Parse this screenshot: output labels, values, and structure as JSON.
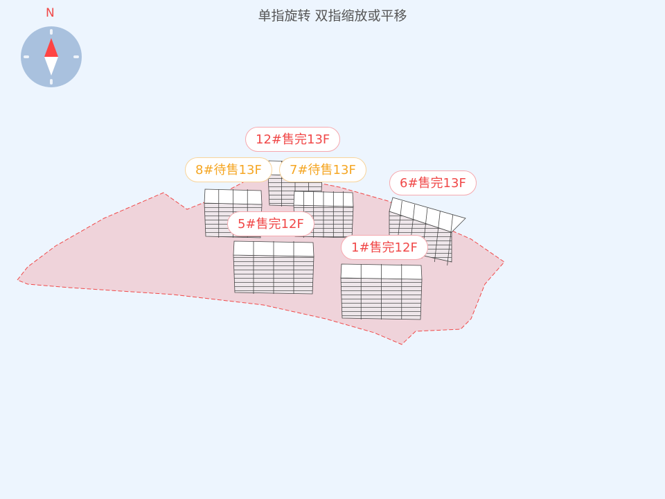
{
  "hint": "单指旋转 双指缩放或平移",
  "compass": {
    "north_label": "N"
  },
  "colors": {
    "sold": "#f04848",
    "pending": "#f5a623",
    "site": "#efd3da",
    "boundary": "#f04848"
  },
  "buildings": [
    {
      "label": "12#售完13F",
      "status": "sold"
    },
    {
      "label": "8#待售13F",
      "status": "pending"
    },
    {
      "label": "7#待售13F",
      "status": "pending"
    },
    {
      "label": "6#售完13F",
      "status": "sold"
    },
    {
      "label": "5#售完12F",
      "status": "sold"
    },
    {
      "label": "1#售完12F",
      "status": "sold"
    }
  ]
}
